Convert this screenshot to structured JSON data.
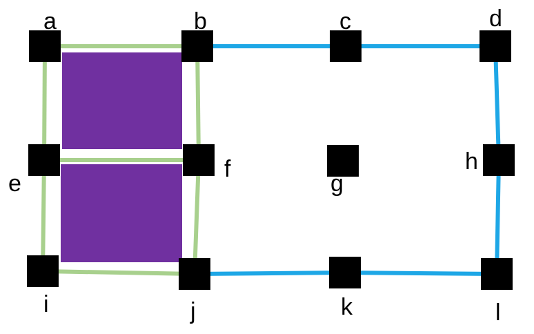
{
  "colors": {
    "node": "#000000",
    "green_edge": "#a8d08d",
    "blue_edge": "#1ea7e6",
    "fill_region": "#7030a0"
  },
  "nodes": {
    "a": {
      "label": "a"
    },
    "b": {
      "label": "b"
    },
    "c": {
      "label": "c"
    },
    "d": {
      "label": "d"
    },
    "e": {
      "label": "e"
    },
    "f": {
      "label": "f"
    },
    "g": {
      "label": "g"
    },
    "h": {
      "label": "h"
    },
    "i": {
      "label": "i"
    },
    "j": {
      "label": "j"
    },
    "k": {
      "label": "k"
    },
    "l": {
      "label": "l"
    }
  },
  "edges": [
    {
      "from": "a",
      "to": "b",
      "color": "green"
    },
    {
      "from": "a",
      "to": "e",
      "color": "green"
    },
    {
      "from": "b",
      "to": "f",
      "color": "green"
    },
    {
      "from": "e",
      "to": "f",
      "color": "green"
    },
    {
      "from": "e",
      "to": "i",
      "color": "green"
    },
    {
      "from": "f",
      "to": "j",
      "color": "green"
    },
    {
      "from": "i",
      "to": "j",
      "color": "green"
    },
    {
      "from": "b",
      "to": "c",
      "color": "blue"
    },
    {
      "from": "c",
      "to": "d",
      "color": "blue"
    },
    {
      "from": "d",
      "to": "h",
      "color": "blue"
    },
    {
      "from": "h",
      "to": "l",
      "color": "blue"
    },
    {
      "from": "j",
      "to": "k",
      "color": "blue"
    },
    {
      "from": "k",
      "to": "l",
      "color": "blue"
    }
  ],
  "filled_regions": [
    {
      "corners": [
        "a",
        "b",
        "f",
        "e"
      ]
    },
    {
      "corners": [
        "e",
        "f",
        "j",
        "i"
      ]
    }
  ]
}
